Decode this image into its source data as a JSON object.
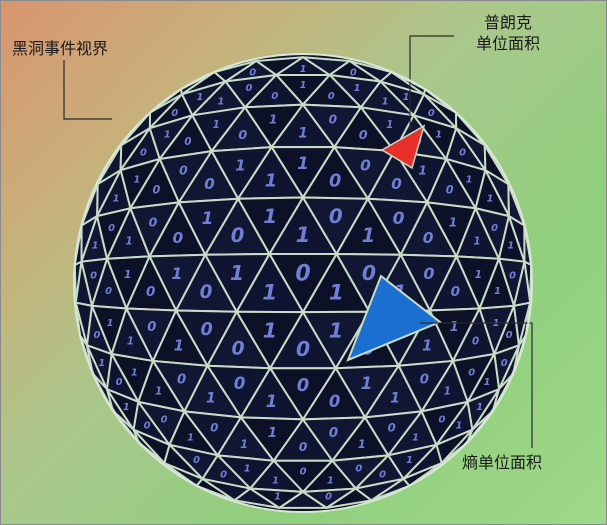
{
  "labels": {
    "event_horizon": "黑洞事件视界",
    "planck_line1": "普朗克",
    "planck_line2": "单位面积",
    "entropy_unit": "熵单位面积"
  },
  "bits": [
    "0",
    "1",
    "0",
    "1",
    "0",
    "0",
    "1",
    "1",
    "0",
    "1",
    "0",
    "1",
    "1",
    "0",
    "0",
    "1",
    "0",
    "1",
    "0",
    "1",
    "1",
    "0",
    "0",
    "1",
    "0",
    "1",
    "0",
    "1",
    "1",
    "0",
    "0",
    "1",
    "0",
    "1",
    "1",
    "0",
    "0",
    "1",
    "0",
    "1",
    "0",
    "1",
    "1",
    "0",
    "1",
    "0",
    "0",
    "1",
    "0",
    "1",
    "1",
    "0",
    "1",
    "0",
    "0",
    "1",
    "1",
    "0",
    "1",
    "0",
    "1",
    "0",
    "1",
    "0",
    "1",
    "0",
    "0",
    "1",
    "0",
    "1",
    "0",
    "1",
    "1",
    "0",
    "0",
    "1",
    "0",
    "1",
    "1",
    "0",
    "1",
    "0"
  ],
  "colors": {
    "sphere": "#0d1126",
    "edge": "#c9dcc8",
    "bit_text": "#6f7fd6",
    "planck_triangle": "#e8302a",
    "entropy_triangle": "#1a6fd0",
    "leader_line": "#2a2a2a"
  }
}
